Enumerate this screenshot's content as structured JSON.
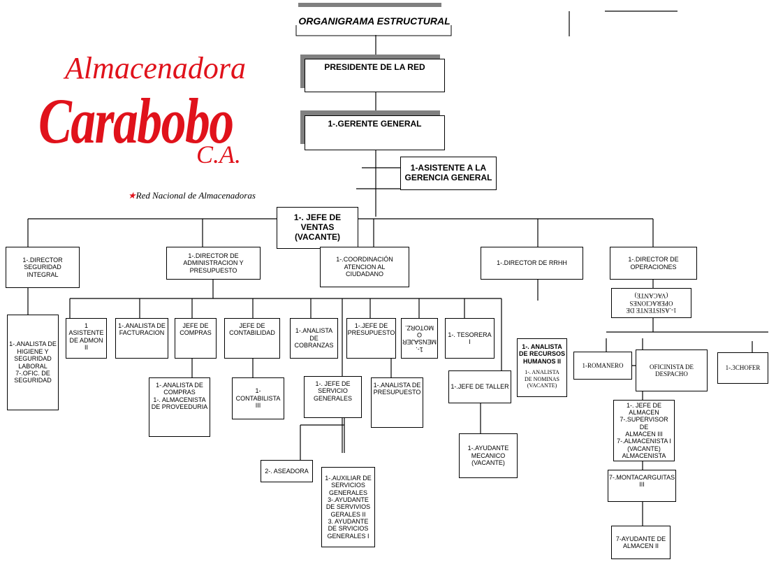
{
  "title": "ORGANIGRAMA ESTRUCTURAL",
  "colors": {
    "brand_red": "#e0121b",
    "shadow_gray": "#808080",
    "line": "#000000"
  },
  "logo": {
    "line1": "Almacenadora",
    "line2": "Carabobo",
    "suffix": "C.A.",
    "tagline": "Red Nacional de Almacenadoras",
    "star_icon": "red-star-icon"
  },
  "nodes": {
    "presidente": "PRESIDENTE DE LA RED",
    "gerente": "1-.GERENTE GENERAL",
    "asistente_gerencia": "1-ASISTENTE A LA\nGERENCIA GENERAL",
    "jefe_ventas": "1-. JEFE DE\nVENTAS\n(VACANTE)",
    "dir_seguridad": "1-.DIRECTOR\nSEGURIDAD INTEGRAL",
    "dir_admin": "1-.DIRECTOR DE\nADMINISTRACION Y\nPRESUPUESTO",
    "coord_atencion": "1-.COORDINACIÓN ATENCION AL\nCIUDADANO",
    "dir_rrhh": "1-.DIRECTOR DE RRHH",
    "dir_operaciones": "1-.DIRECTOR  DE OPERACIONES",
    "asistente_operaciones": "1-.ASISTENTE DE\nOPERACIONES\n(VACANTE)",
    "analista_higiene": "1-.ANALISTA DE\nHIGIENE Y\nSEGURIDAD\nLABORAL\n7-.OFIC. DE\nSEGURIDAD",
    "asistente_admon": "1 ASISTENTE\nDE ADMON II",
    "analista_facturacion": "1-.ANALISTA DE\nFACTURACION",
    "jefe_compras": "JEFE DE\nCOMPRAS",
    "jefe_contabilidad": "JEFE DE\nCONTABILIDAD",
    "analista_cobranzas": "1-.ANALISTA\nDE\nCOBRANZAS",
    "jefe_presupuesto": "1-.JEFE DE\nPRESUPUESTO",
    "mensajero": "1-.\nMENSAJER\nO MOTORZ.",
    "tesorera": "1-. TESORERA I",
    "analista_rrhh": "1-. ANALISTA\nDE RECURSOS\nHUMANOS II",
    "analista_nominas": "1-. ANALISTA\nDE NOMINAS\n(VACANTE)",
    "romanero": "1-ROMANERO",
    "oficinista": "OFICINISTA DE\nDESPACHO",
    "chofer": "1-.3CHOFER",
    "analista_compras": "1-.ANALISTA DE\nCOMPRAS\n1-. ALMACENISTA\nDE PROVEEDURIA",
    "contabilista": "1-\nCONTABILISTA\nIII",
    "jefe_servicio": "1-. JEFE DE\nSERVICIO\nGENERALES",
    "analista_presupuesto": "1-.ANALISTA DE\nPRESUPUESTO",
    "jefe_taller": "1-.JEFE DE TALLER",
    "ayudante_mecanico": "1-.AYUDANTE\nMECANICO\n(VACANTE)",
    "aseadora": "2-. ASEADORA",
    "auxiliar_servicios": "1-.AUXILIAR DE\nSERVICIOS\nGENERALES\n3-.AYUDANTE\nDE SERVIVIOS\nGERALES II\n3. AYUDANTE\nDE SRVICIOS\nGENERALES I",
    "jefe_almacen": "1-. JEFE DE\nALMACEN\n7-.SUPERVISOR DE\nALMACEN III\n7-.ALMACENISTA I\n(VACANTE)\nALMACENISTA",
    "montacarguitas": "7-.MONTACARGUITAS III",
    "ayudante_almacen": "7-AYUDANTE DE\nALMACEN II"
  }
}
